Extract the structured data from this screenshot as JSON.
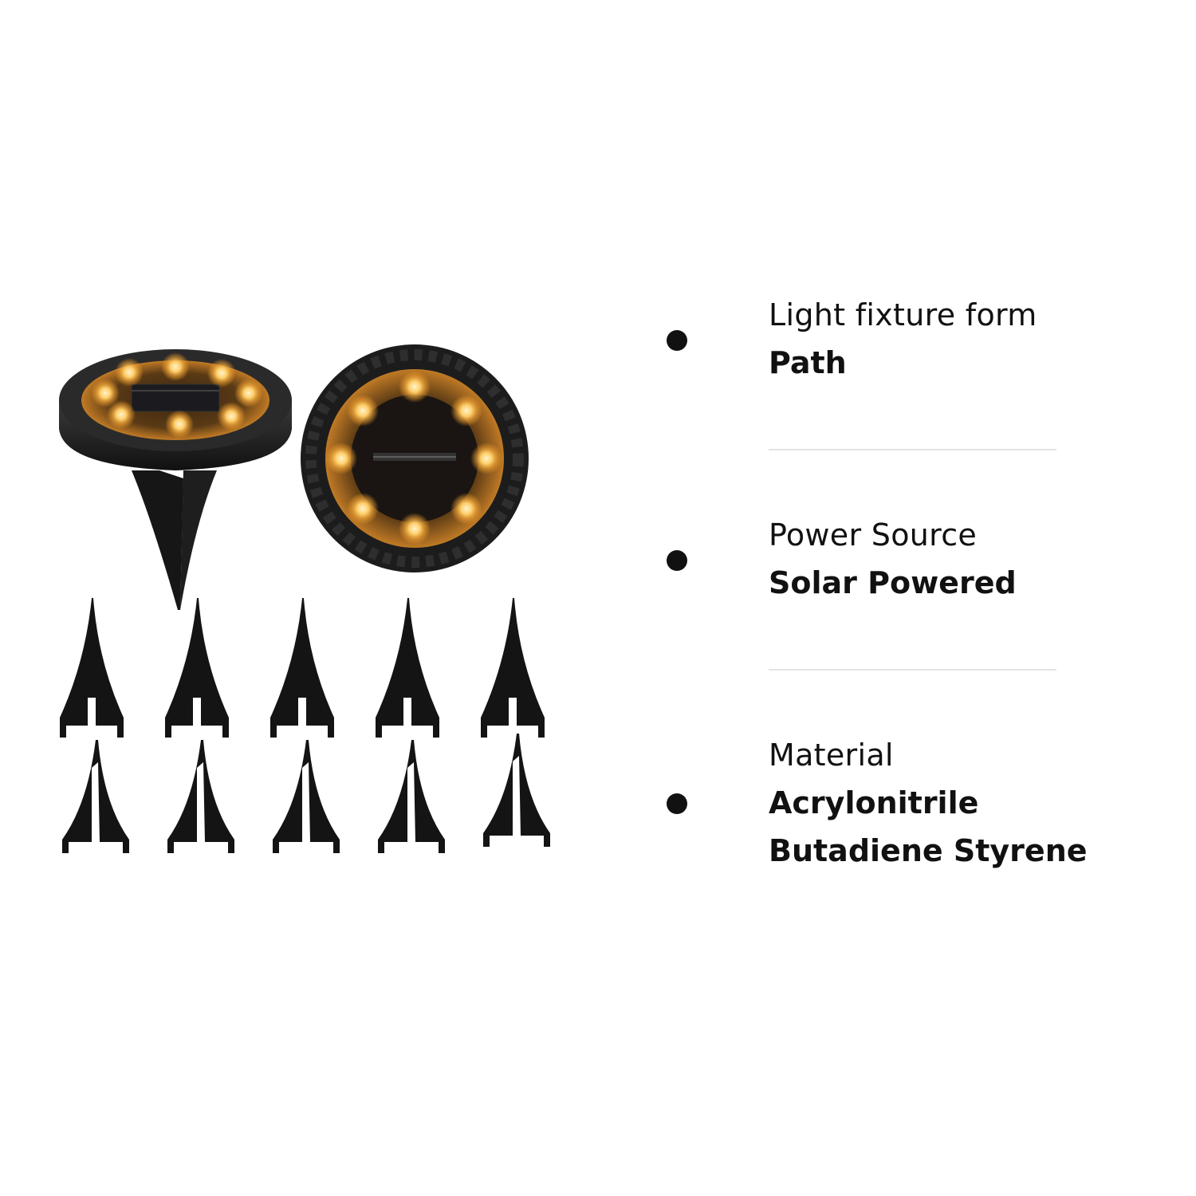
{
  "specs": [
    {
      "label": "Light fixture form",
      "value": "Path"
    },
    {
      "label": "Power Source",
      "value": "Solar Powered"
    },
    {
      "label": "Material",
      "value_line1": "Acrylonitrile",
      "value_line2": "Butadiene Styrene"
    }
  ],
  "colors": {
    "light_glow": "#ffb84a",
    "fixture_body": "#1a1a1a",
    "text": "#111111",
    "divider": "#e4e4e4"
  },
  "image": {
    "subject": "solar-disk-lights-with-stakes",
    "led_count_per_light": 8,
    "lights_shown": 2,
    "stakes_shown": 10
  }
}
